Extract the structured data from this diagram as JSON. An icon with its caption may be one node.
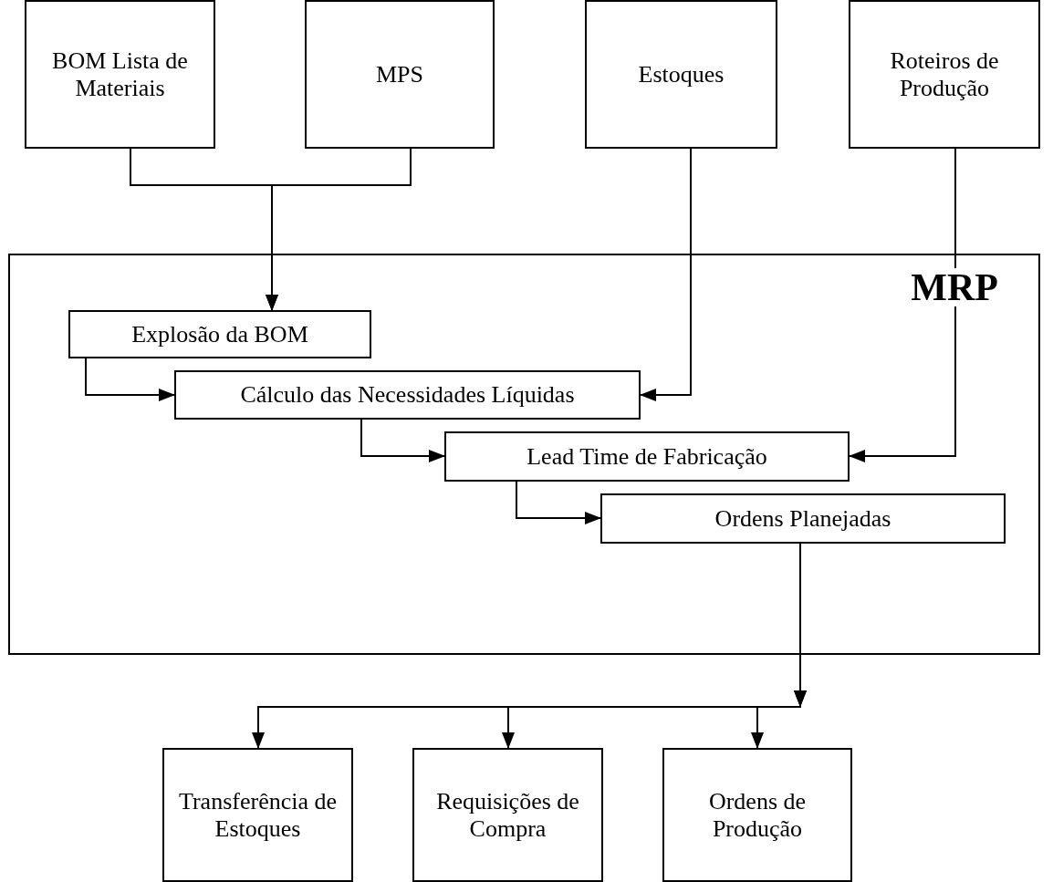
{
  "diagram": {
    "nodes": [
      {
        "text": [
          "BOM Lista de Materiais"
        ]
      },
      {
        "text": [
          "MPS"
        ]
      },
      {
        "text": [
          "Estoques"
        ]
      },
      {
        "text": [
          "Roteiros de Produção"
        ]
      },
      {
        "text": [
          "MRP"
        ]
      },
      {
        "text": [
          "Explosão da BOM"
        ],
        "in": 4
      },
      {
        "text": [
          "Cálculo das Necessidades Líquidas"
        ],
        "in": 4
      },
      {
        "text": [
          "Lead Time de Fabricação"
        ],
        "in": 4
      },
      {
        "text": [
          "Ordens Planejadas"
        ],
        "in": 4
      },
      {
        "text": [
          "Transferência de Estoques"
        ]
      },
      {
        "text": [
          "Requisições de Compra"
        ]
      },
      {
        "text": [
          "Ordens de Produção"
        ]
      }
    ],
    "edges": [
      {
        "from": 0,
        "to": 5,
        "arrow": "to"
      },
      {
        "from": 1,
        "to": 5,
        "arrow": "to"
      },
      {
        "from": 2,
        "to": 6,
        "arrow": "to"
      },
      {
        "from": 5,
        "to": 6,
        "arrow": "to"
      },
      {
        "from": 3,
        "to": 7,
        "arrow": "to"
      },
      {
        "from": 6,
        "to": 7,
        "arrow": "to"
      },
      {
        "from": 7,
        "to": 8,
        "arrow": "to"
      },
      {
        "from": 8,
        "to": 9,
        "arrow": "to"
      },
      {
        "from": 8,
        "to": 10,
        "arrow": "to"
      },
      {
        "from": 8,
        "to": 11,
        "arrow": "to"
      }
    ]
  }
}
